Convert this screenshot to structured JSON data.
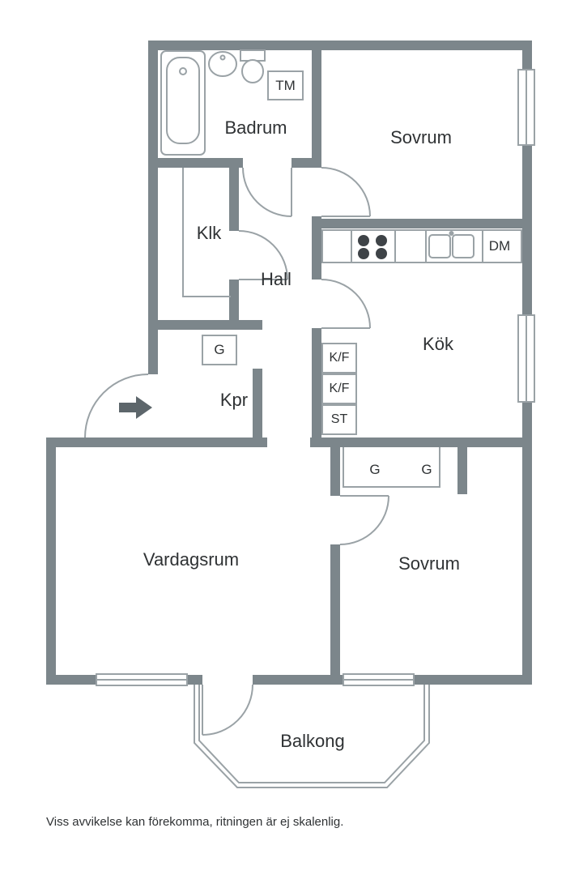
{
  "floorplan": {
    "rooms": {
      "badrum": "Badrum",
      "sovrum_top": "Sovrum",
      "klk": "Klk",
      "hall": "Hall",
      "kok": "Kök",
      "kpr": "Kpr",
      "vardagsrum": "Vardagsrum",
      "sovrum_bottom": "Sovrum",
      "balkong": "Balkong"
    },
    "fixtures": {
      "tm": "TM",
      "dm": "DM",
      "g_kpr": "G",
      "kf_upper": "K/F",
      "kf_lower": "K/F",
      "st": "ST",
      "g_left": "G",
      "g_right": "G"
    },
    "colors": {
      "wall": "#7c868b",
      "fixture_line": "#9aa2a6",
      "text": "#2f3234"
    },
    "footer": "Viss avvikelse kan förekomma, ritningen är ej skalenlig."
  }
}
